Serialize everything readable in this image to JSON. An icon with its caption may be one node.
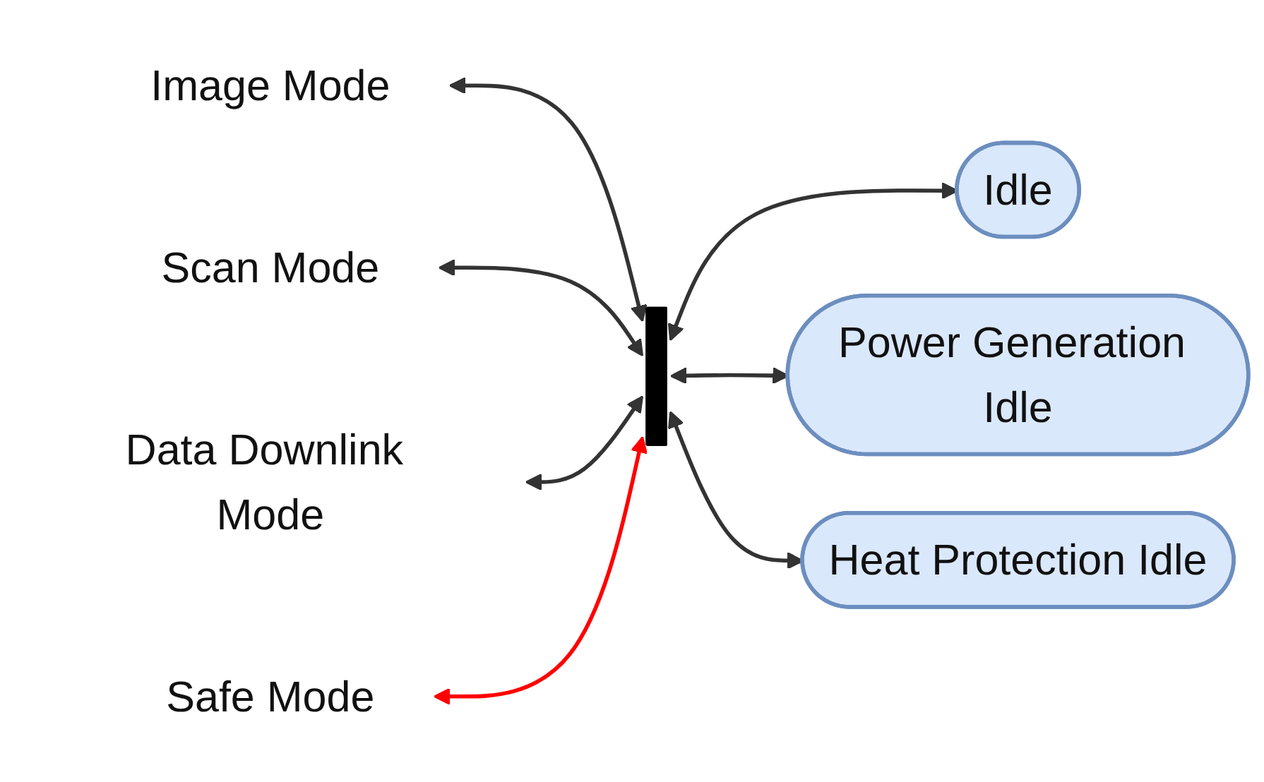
{
  "diagram": {
    "nodes": [
      {
        "text": [
          "Image Mode"
        ]
      },
      {
        "text": [
          "Idle"
        ]
      },
      {
        "text": [
          "Scan Mode"
        ]
      },
      {
        "text": [
          "Data Downlink Mode"
        ]
      },
      {
        "text": [
          "Power Generation Idle"
        ]
      },
      {
        "text": [
          "Safe Mode"
        ]
      },
      {
        "text": [
          "Heat Protection Idle"
        ]
      },
      {
        "text": [],
        "shape": "bar"
      }
    ],
    "edges": [
      {
        "from": 0,
        "to": 7,
        "arrow": "both"
      },
      {
        "from": 7,
        "to": 1,
        "arrow": "both"
      },
      {
        "from": 2,
        "to": 7,
        "arrow": "both"
      },
      {
        "from": 3,
        "to": 7,
        "arrow": "both"
      },
      {
        "from": 7,
        "to": 4,
        "arrow": "both"
      },
      {
        "from": 5,
        "to": 7,
        "arrow": "both",
        "color": "#ff0000"
      },
      {
        "from": 7,
        "to": 6,
        "arrow": "both"
      }
    ]
  }
}
